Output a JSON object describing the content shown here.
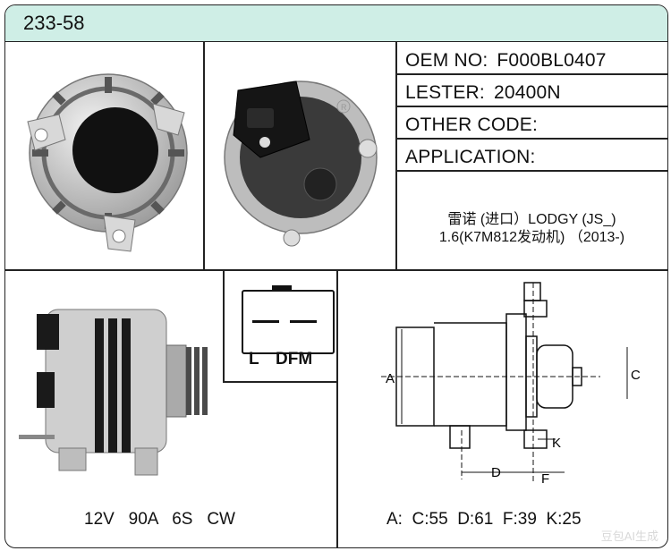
{
  "header": {
    "part_number": "233-58"
  },
  "specs": [
    {
      "label": "OEM NO:",
      "value": "F000BL0407"
    },
    {
      "label": "LESTER:",
      "value": "20400N"
    },
    {
      "label": "OTHER CODE:",
      "value": ""
    },
    {
      "label": "APPLICATION:",
      "value": ""
    }
  ],
  "application": {
    "line1": "雷诺 (进口）LODGY (JS_)",
    "line2": "1.6(K7M812发动机) （2013-)"
  },
  "electrical": {
    "summary": "12V   90A   6S   CW"
  },
  "connector": {
    "pin_left": "L",
    "pin_right": "DFM"
  },
  "drawing": {
    "label_a": "A",
    "label_c": "C",
    "label_d": "D",
    "label_f": "F",
    "label_k": "K"
  },
  "dimensions": {
    "summary": "A:  C:55  D:61  F:39  K:25"
  },
  "watermark": "豆包AI生成"
}
